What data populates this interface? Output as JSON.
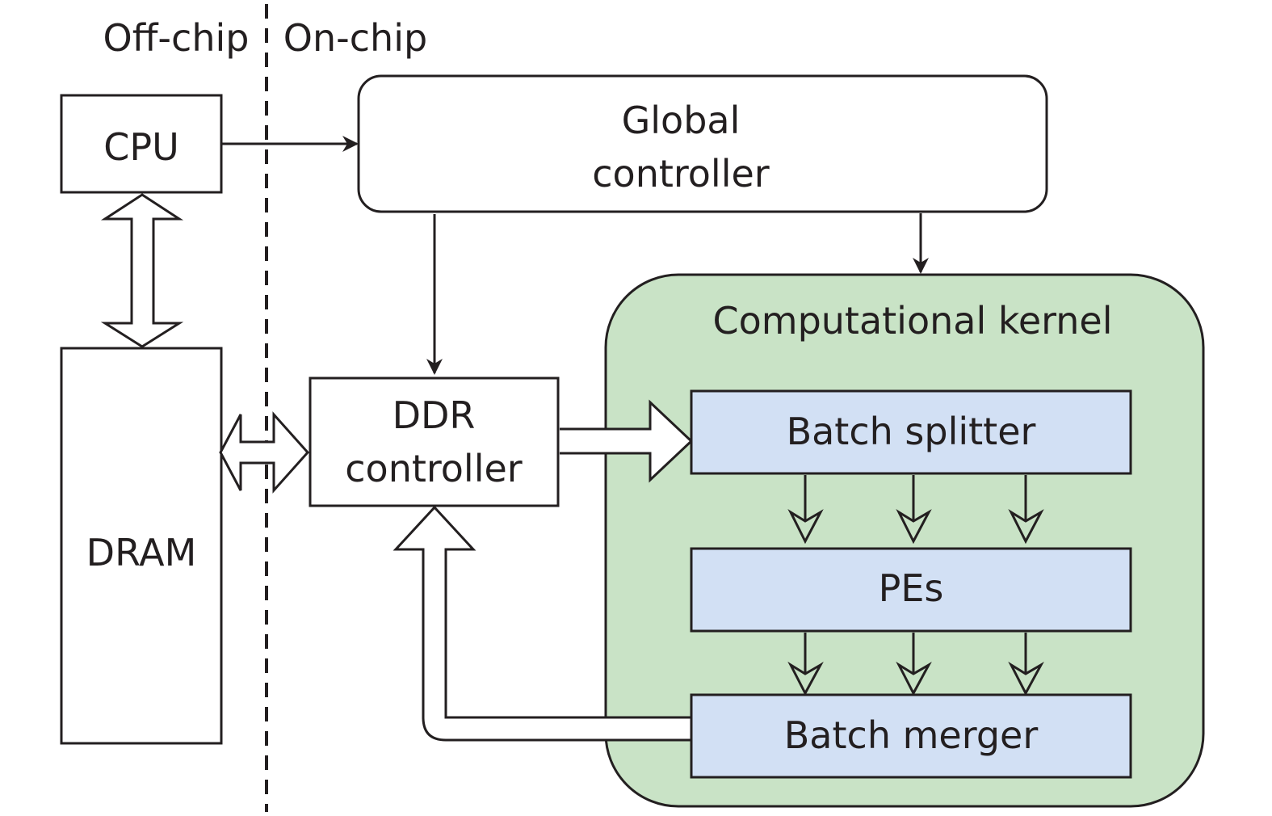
{
  "colors": {
    "line": "#231f20",
    "kernel_fill": "#c9e3c6",
    "block_fill": "#d2e0f4",
    "box_fill": "#ffffff"
  },
  "regions": {
    "off_chip": "Off-chip",
    "on_chip": "On-chip"
  },
  "blocks": {
    "cpu": "CPU",
    "dram": "DRAM",
    "global_controller": [
      "Global",
      "controller"
    ],
    "ddr_controller": [
      "DDR",
      "controller"
    ],
    "computational_kernel": "Computational kernel",
    "batch_splitter": "Batch splitter",
    "pes": "PEs",
    "batch_merger": "Batch merger"
  },
  "connections": [
    {
      "from": "CPU",
      "to": "Global controller",
      "type": "control"
    },
    {
      "from": "CPU",
      "to": "DRAM",
      "type": "bidirectional-data"
    },
    {
      "from": "DRAM",
      "to": "DDR controller",
      "type": "bidirectional-data"
    },
    {
      "from": "Global controller",
      "to": "DDR controller",
      "type": "control"
    },
    {
      "from": "Global controller",
      "to": "Computational kernel",
      "type": "control"
    },
    {
      "from": "DDR controller",
      "to": "Batch splitter",
      "type": "data"
    },
    {
      "from": "Batch splitter",
      "to": "PEs",
      "type": "data",
      "count": 3
    },
    {
      "from": "PEs",
      "to": "Batch merger",
      "type": "data",
      "count": 3
    },
    {
      "from": "Batch merger",
      "to": "DDR controller",
      "type": "data"
    }
  ]
}
